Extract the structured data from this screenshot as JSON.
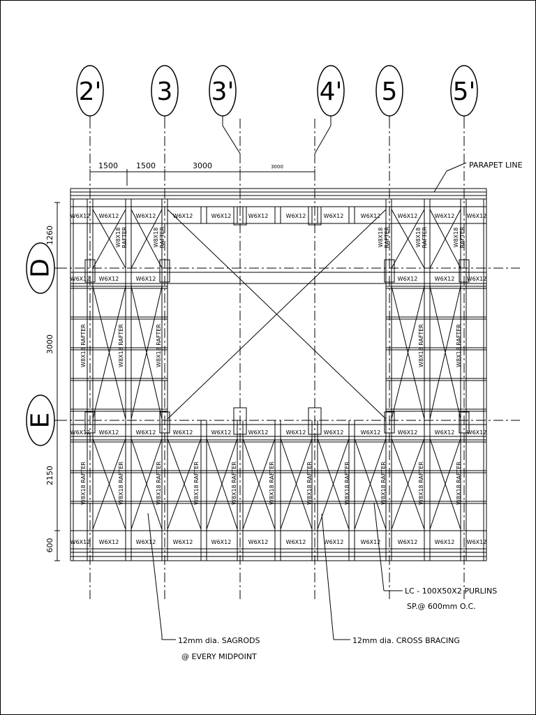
{
  "grid_columns": [
    "2'",
    "3",
    "3'",
    "4'",
    "5",
    "5'"
  ],
  "grid_rows": [
    "D",
    "E"
  ],
  "top_dimensions": [
    "1500",
    "1500",
    "3000",
    "3000"
  ],
  "left_dimensions": [
    "1260",
    "3000",
    "2150",
    "600"
  ],
  "labels": {
    "parapet": "PARAPET LINE",
    "beam": "W6X12",
    "rafter": "W8X18 RAFTER",
    "rafter_stacked_1": "W8X18",
    "rafter_stacked_2": "RAFTER"
  },
  "notes": {
    "purlins_line1": "LC - 100X50X2 PURLINS",
    "purlins_line2": "SP.@ 600mm O.C.",
    "sagrods_line1": "12mm dia. SAGRODS",
    "sagrods_line2": "@ EVERY MIDPOINT",
    "cross_bracing": "12mm dia. CROSS BRACING"
  }
}
